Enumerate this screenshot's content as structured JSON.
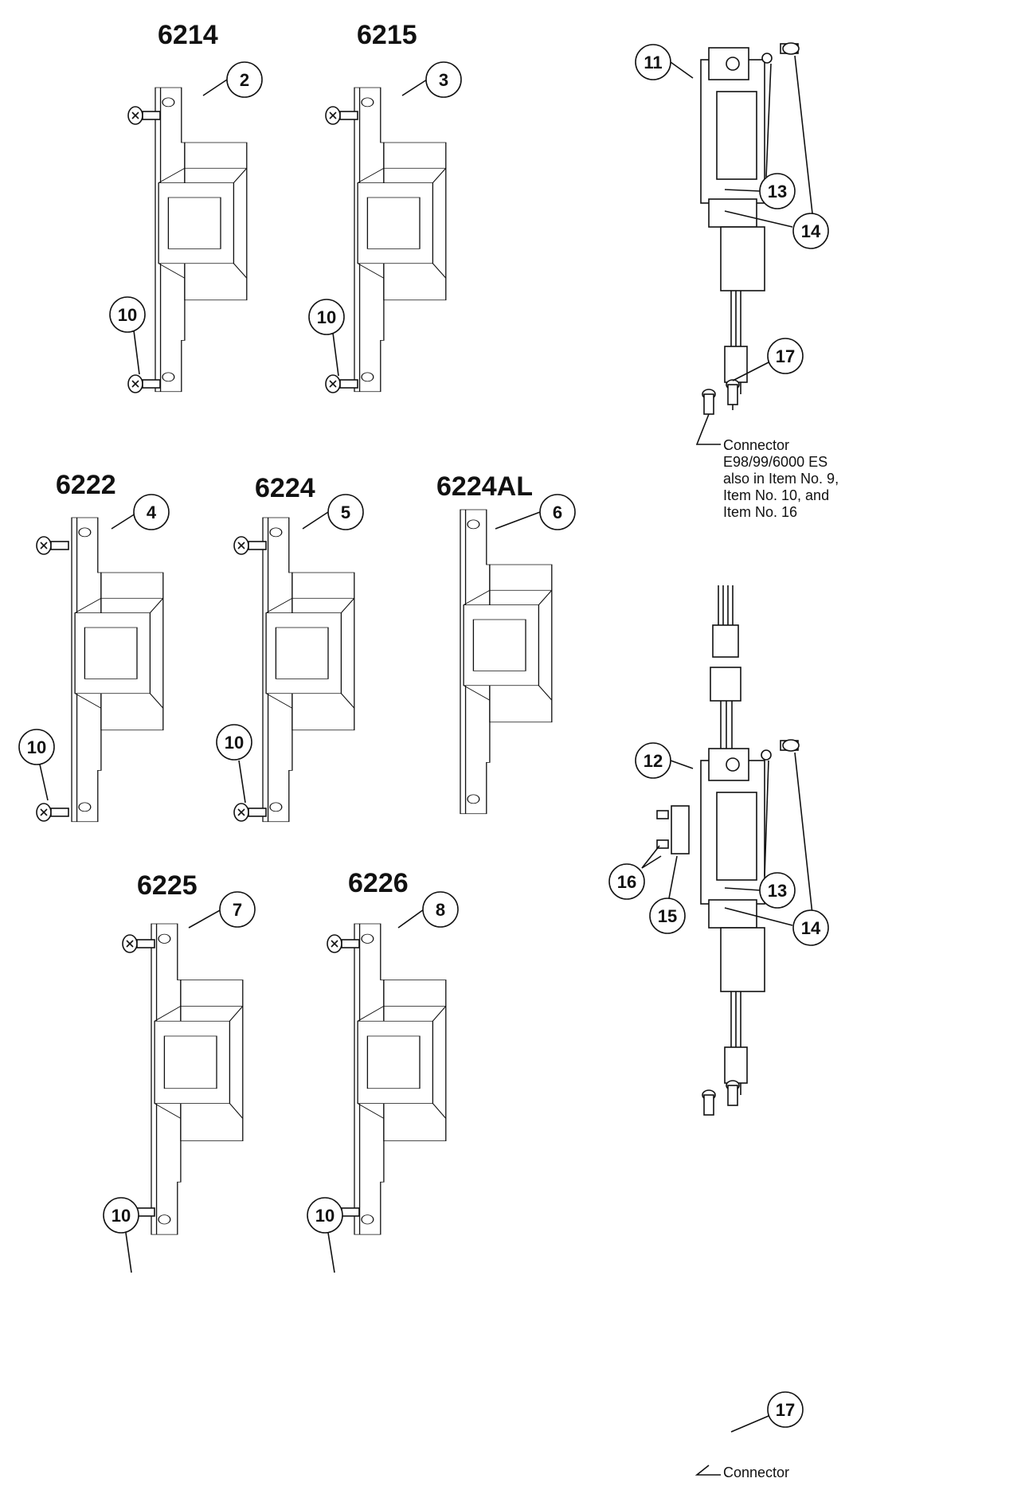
{
  "models": [
    {
      "id": "m6214",
      "label": "6214",
      "item": "2"
    },
    {
      "id": "m6215",
      "label": "6215",
      "item": "3"
    },
    {
      "id": "m6222",
      "label": "6222",
      "item": "4"
    },
    {
      "id": "m6224",
      "label": "6224",
      "item": "5"
    },
    {
      "id": "m6224al",
      "label": "6224AL",
      "item": "6"
    },
    {
      "id": "m6225",
      "label": "6225",
      "item": "7"
    },
    {
      "id": "m6226",
      "label": "6226",
      "item": "8"
    }
  ],
  "screw_item": "10",
  "assembly_top": {
    "items": [
      "11",
      "13",
      "14",
      "17"
    ]
  },
  "assembly_bottom": {
    "items": [
      "12",
      "13",
      "14",
      "15",
      "16",
      "17"
    ]
  },
  "connector_note": [
    "Connector",
    "E98/99/6000 ES",
    "also in Item No. 9,",
    "Item No. 10, and",
    "Item No. 16"
  ]
}
